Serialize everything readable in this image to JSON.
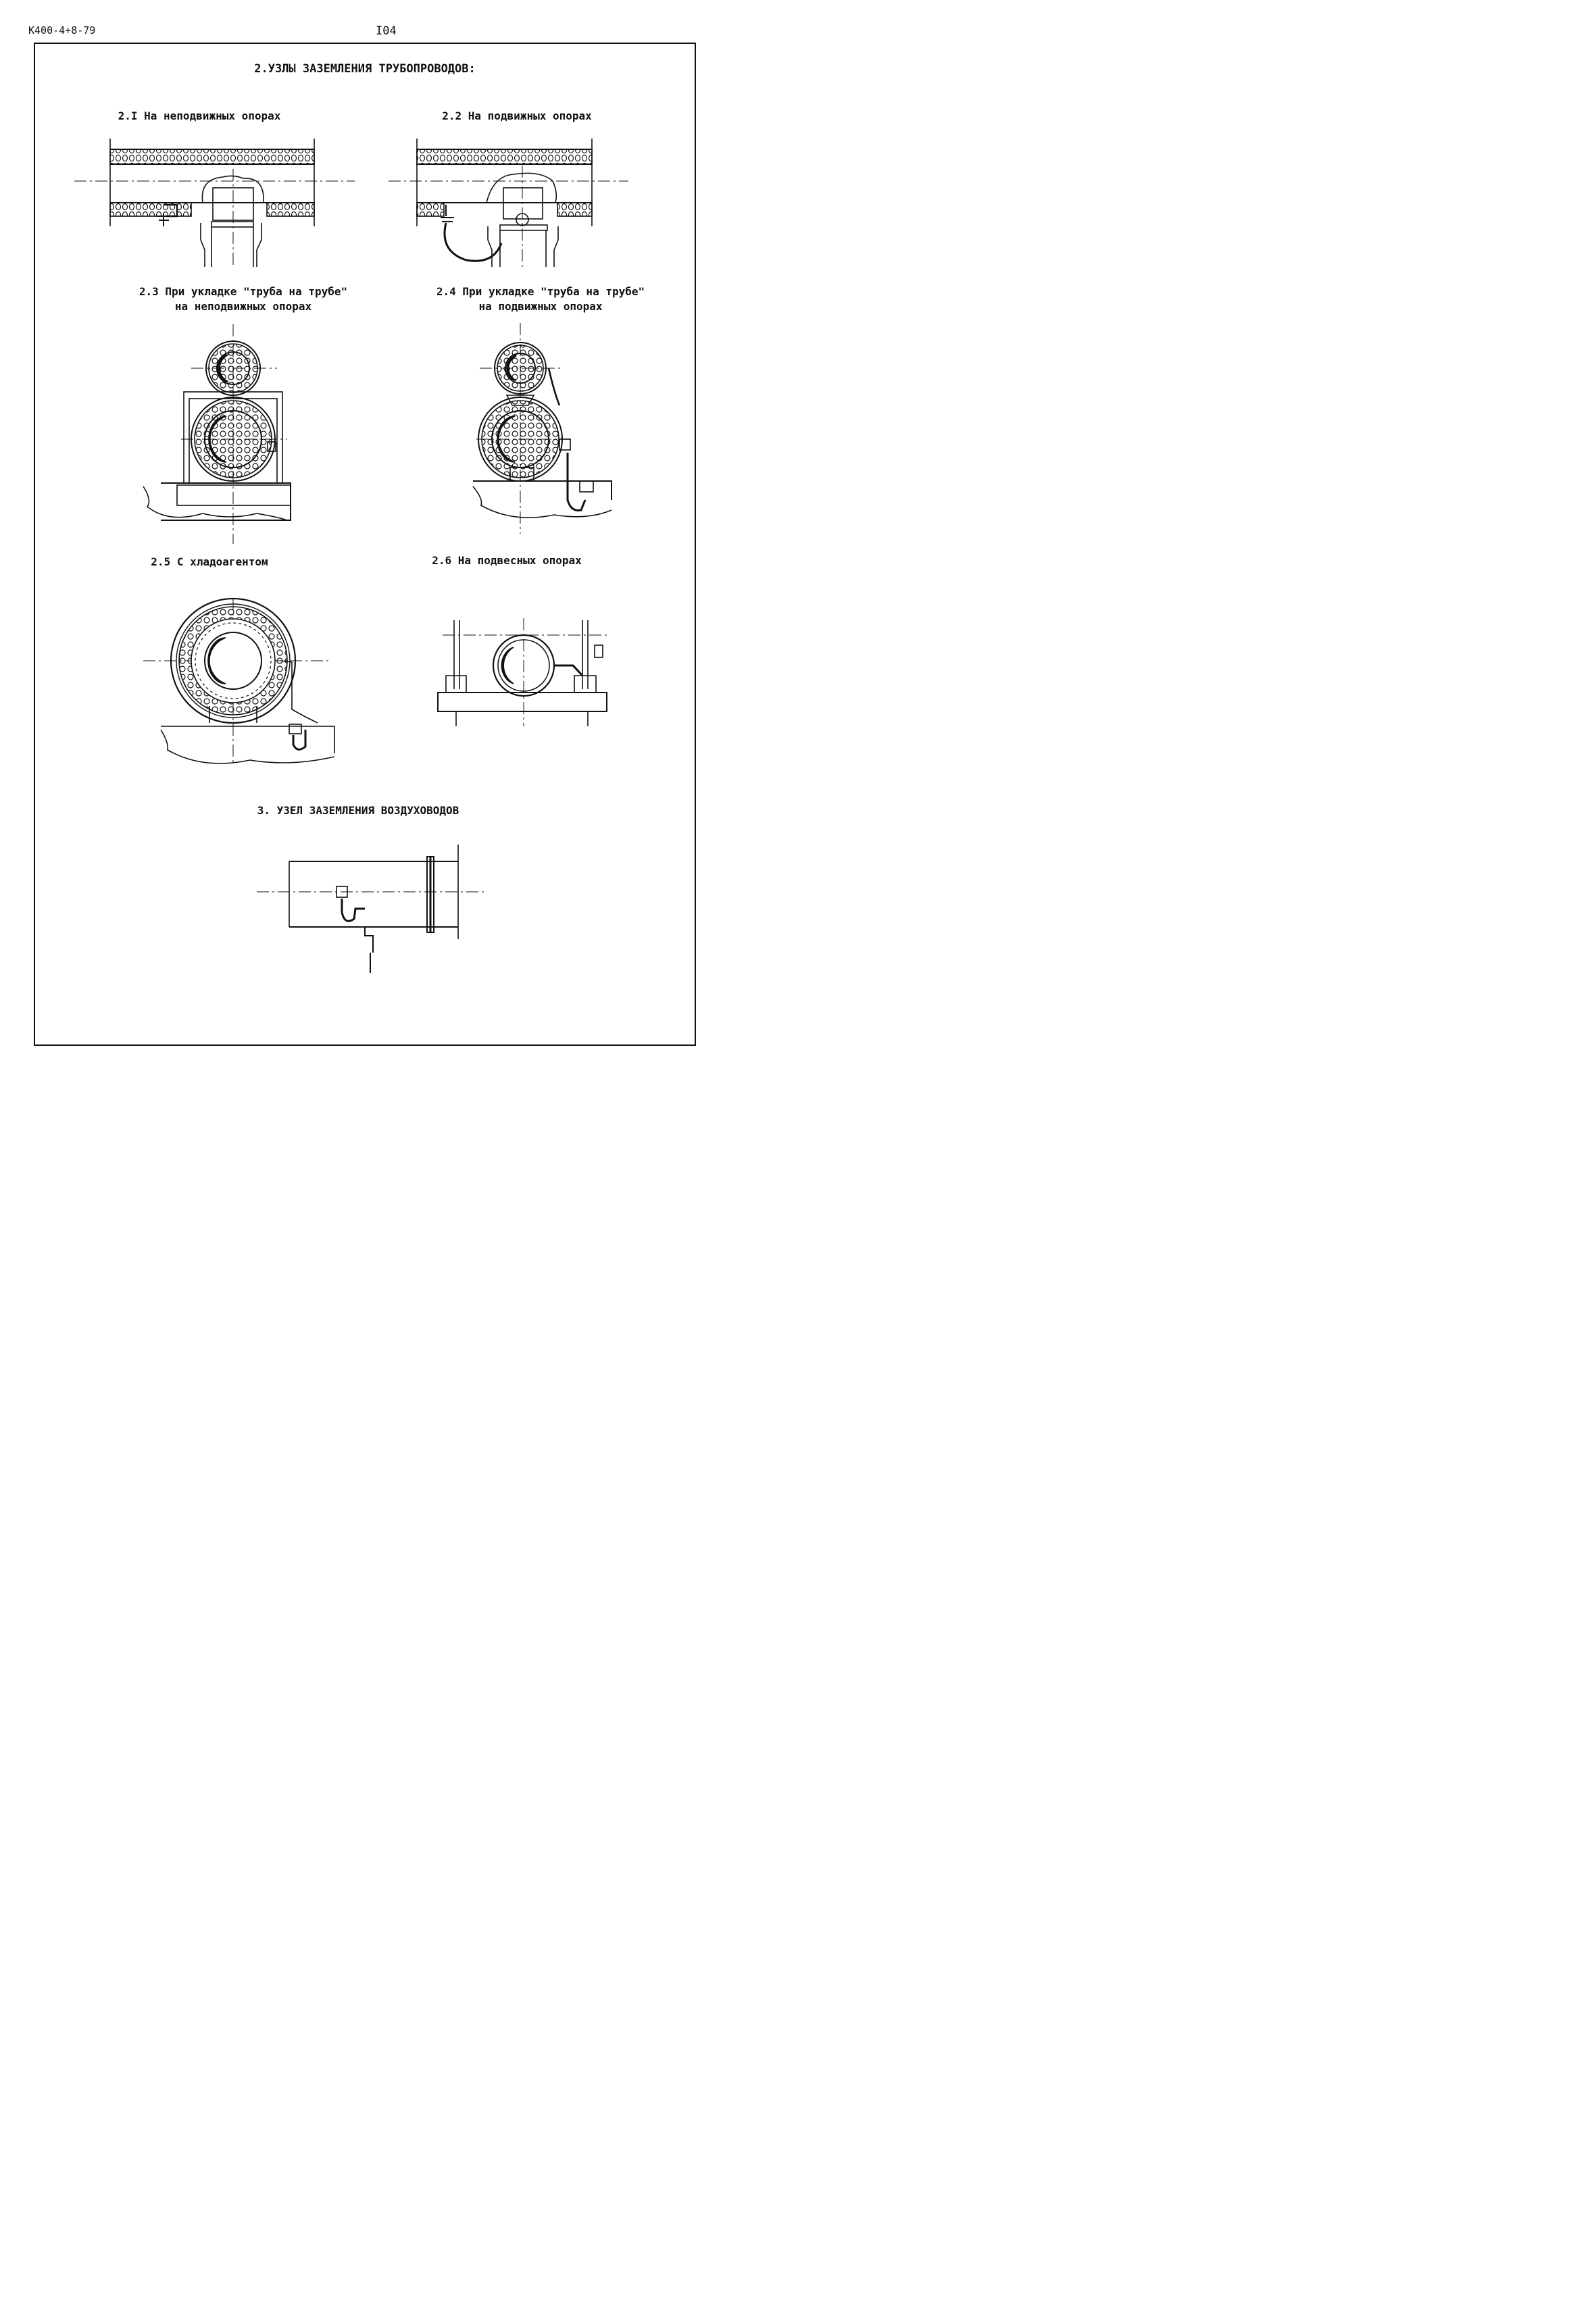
{
  "header": {
    "doc_code": "К400-4+8-79",
    "page_number": "I04"
  },
  "section2": {
    "title": "2.УЗЛЫ ЗАЗЕМЛЕНИЯ ТРУБОПРОВОДОВ:",
    "items": [
      {
        "label": "2.I На неподвижных опорах"
      },
      {
        "label": "2.2 На подвижных опорах"
      },
      {
        "label_line1": "2.3 При укладке \"труба на трубе\"",
        "label_line2": "на неподвижных опорах"
      },
      {
        "label_line1": "2.4 При укладке \"труба на трубе\"",
        "label_line2": "на подвижных опорах"
      },
      {
        "label": "2.5 С хладоагентом"
      },
      {
        "label": "2.6 На подвесных опорах"
      }
    ]
  },
  "section3": {
    "title": "3. УЗЕЛ ЗАЗЕМЛЕНИЯ ВОЗДУХОВОДОВ"
  }
}
